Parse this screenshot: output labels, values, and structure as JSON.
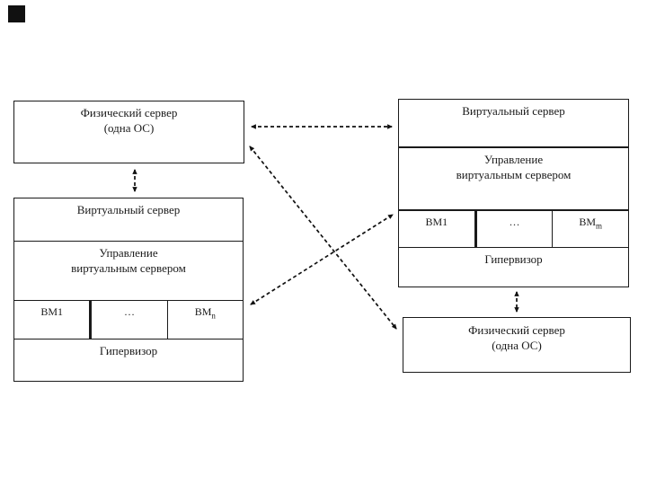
{
  "colors": {
    "background": "#ffffff",
    "line": "#111111",
    "text": "#1a1a1a",
    "corner_marker": "#111111"
  },
  "corner_marker": {
    "shape": "filled-square"
  },
  "left_physical_server": {
    "title": "Физический сервер",
    "subtitle": "(одна ОС)"
  },
  "left_virtual_server": {
    "title": "Виртуальный сервер",
    "management_line1": "Управление",
    "management_line2": "виртуальным сервером",
    "vms": [
      {
        "base": "ВМ1",
        "sub": ""
      },
      {
        "base": "…",
        "sub": ""
      },
      {
        "base": "ВМ",
        "sub": "n"
      }
    ],
    "hypervisor": "Гипервизор"
  },
  "right_virtual_server": {
    "title": "Виртуальный сервер",
    "management_line1": "Управление",
    "management_line2": "виртуальным сервером",
    "vms": [
      {
        "base": "ВМ1",
        "sub": ""
      },
      {
        "base": "…",
        "sub": ""
      },
      {
        "base": "ВМ",
        "sub": "m"
      }
    ],
    "hypervisor": "Гипервизор"
  },
  "right_physical_server": {
    "title": "Физический сервер",
    "subtitle": "(одна ОС)"
  },
  "connections": [
    {
      "from": "left-physical-server",
      "to": "right-virtual-server",
      "style": "dashed",
      "arrowheads": "both",
      "direction": "horizontal"
    },
    {
      "from": "left-physical-server",
      "to": "left-virtual-server",
      "style": "dashed",
      "arrowheads": "both",
      "direction": "vertical"
    },
    {
      "from": "right-virtual-server",
      "to": "right-physical-server",
      "style": "dashed",
      "arrowheads": "both",
      "direction": "vertical"
    },
    {
      "from": "left-physical-server",
      "to": "right-physical-server",
      "style": "dashed",
      "arrowheads": "both",
      "direction": "diagonal"
    },
    {
      "from": "left-vm-row",
      "to": "right-vm-row",
      "style": "dashed",
      "arrowheads": "both",
      "direction": "diagonal"
    }
  ]
}
